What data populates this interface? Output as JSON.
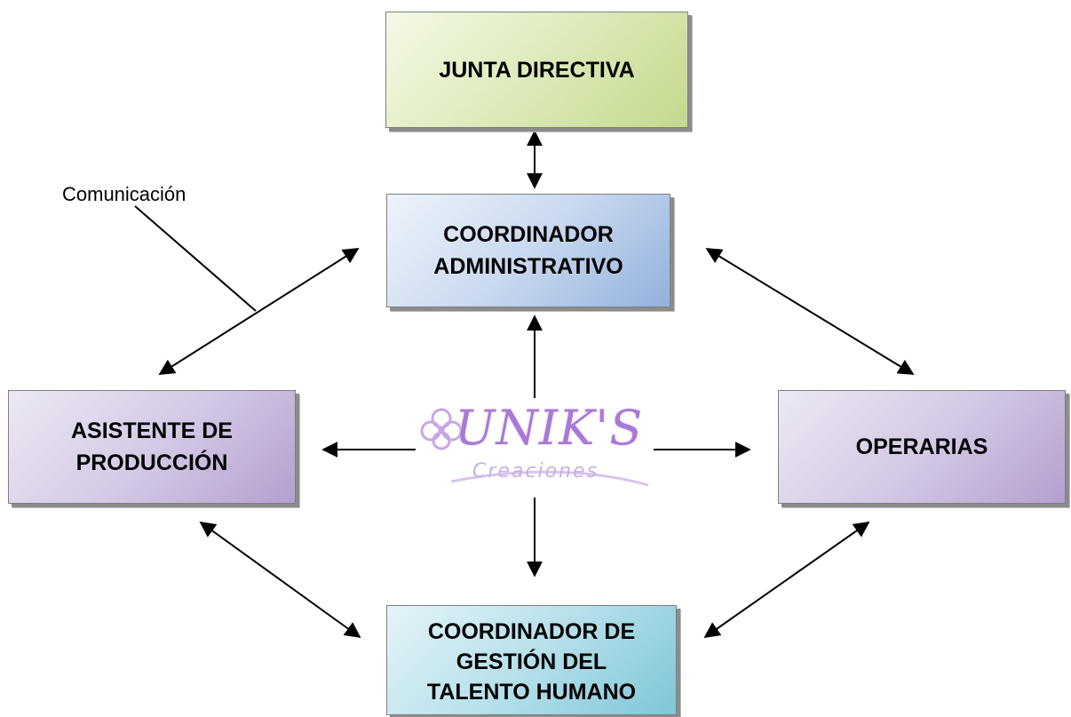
{
  "nodes": {
    "junta_directiva": "JUNTA DIRECTIVA",
    "coordinador_administrativo": "COORDINADOR\nADMINISTRATIVO",
    "asistente_produccion": "ASISTENTE DE\nPRODUCCIÓN",
    "operarias": "OPERARIAS",
    "coordinador_talento": "COORDINADOR DE\nGESTIÓN DEL\nTALENTO HUMANO"
  },
  "annotation": {
    "label": "Comunicación"
  },
  "logo": {
    "brand": "UNIK'S",
    "tagline": "Creaciones",
    "icon": "flower-icon",
    "brand_color": "#a87ad6",
    "tagline_color": "#c7b2e0"
  },
  "colors": {
    "junta": "#c3d98d",
    "coordinador_administrativo": "#93b1dd",
    "asistente_operarias": "#b49fcf",
    "talento": "#7ec6d8",
    "arrow": "#000000"
  }
}
